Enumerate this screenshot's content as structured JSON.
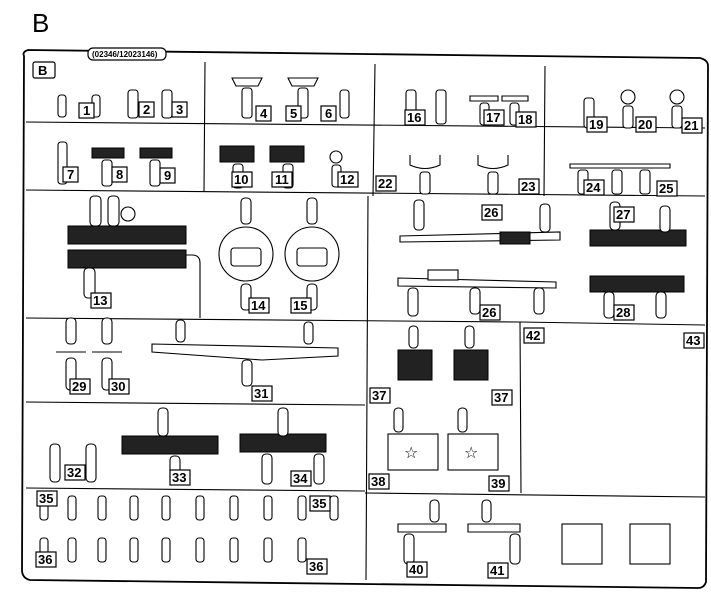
{
  "sprue_letter": "B",
  "frame_letter": "B",
  "part_code": "(02346/12023146)",
  "part_labels": [
    "1",
    "2",
    "3",
    "4",
    "5",
    "6",
    "7",
    "8",
    "9",
    "10",
    "11",
    "12",
    "13",
    "14",
    "15",
    "16",
    "17",
    "18",
    "19",
    "20",
    "21",
    "22",
    "23",
    "24",
    "25",
    "26",
    "26",
    "27",
    "28",
    "29",
    "30",
    "31",
    "37",
    "37",
    "32",
    "33",
    "34",
    "35",
    "35",
    "36",
    "36",
    "38",
    "39",
    "40",
    "41",
    "42",
    "43"
  ]
}
